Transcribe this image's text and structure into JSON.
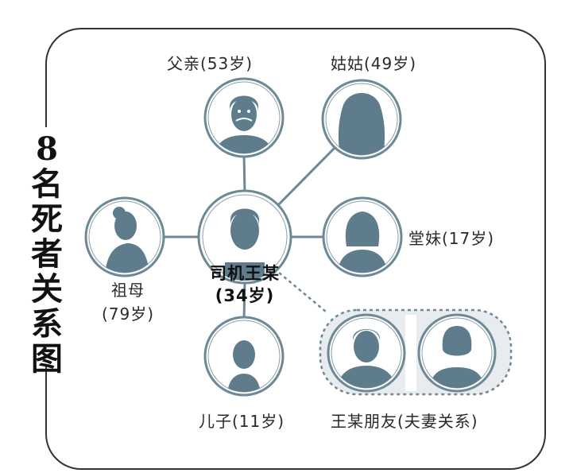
{
  "title": "8名死者关系图",
  "colors": {
    "avatar": "#5f7c8c",
    "circle_bg": "#ffffff",
    "stroke": "#6d8896",
    "border": "#333333",
    "panel": "#e4e8ea"
  },
  "people": {
    "father": {
      "name": "父亲",
      "age": "(53岁)",
      "icon": "male-bearded-avatar-icon"
    },
    "aunt": {
      "name": "姑姑",
      "age": "(49岁)",
      "icon": "female-long-hair-avatar-icon"
    },
    "grandmother": {
      "name": "祖母",
      "age": "(79岁)",
      "icon": "elderly-woman-avatar-icon"
    },
    "driver": {
      "name": "司机王某",
      "age": "(34岁)",
      "icon": "male-avatar-icon"
    },
    "cousin": {
      "name": "堂妹",
      "age": "(17岁)",
      "icon": "girl-avatar-icon"
    },
    "son": {
      "name": "儿子",
      "age": "(11岁)",
      "icon": "boy-avatar-icon"
    },
    "friends": {
      "name": "王某朋友",
      "relation": "(夫妻关系)",
      "icons": [
        "male-avatar-icon",
        "female-avatar-icon"
      ]
    }
  }
}
